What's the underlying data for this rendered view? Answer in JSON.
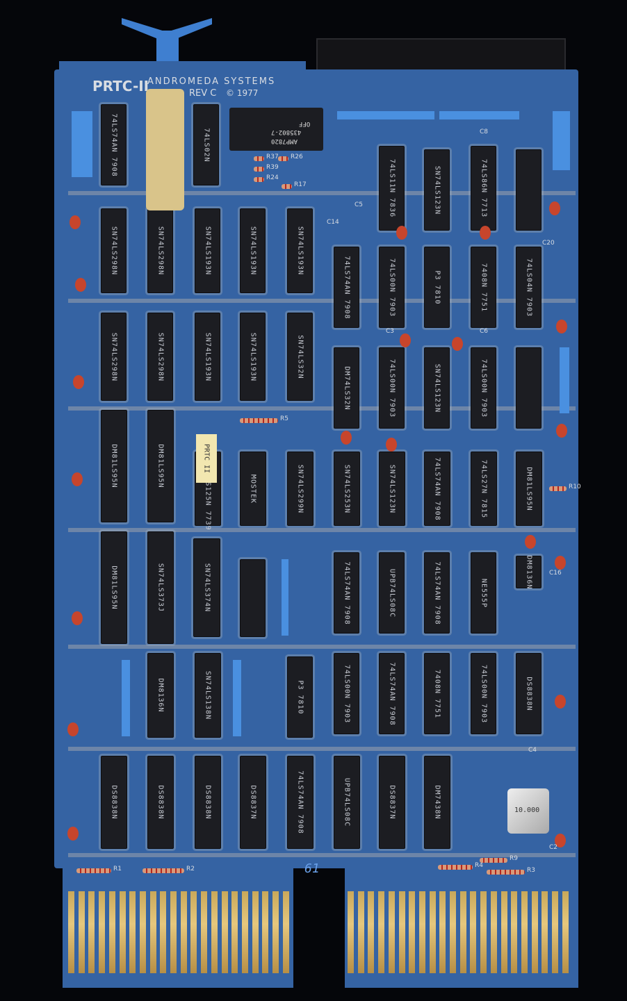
{
  "board": {
    "model": "PRTC-II",
    "maker": "ANDROMEDA SYSTEMS",
    "revision": "REV C",
    "copyright": "© 1977",
    "handwritten": "61",
    "sticker": "PRTC II",
    "dip_switch": {
      "off": "OFF",
      "part": "435802-7",
      "brand": "AMP7820"
    },
    "crystal": "10.000",
    "colors": {
      "board": "#3563a3",
      "gold": "#e5c77d",
      "chip": "#1c1d22",
      "handle": "#3f7fd0"
    }
  },
  "chips": [
    "74LS74AN 7908",
    "74LS02N",
    "74LS11N 7836",
    "SN74LS123N",
    "74LS86N 7713",
    "",
    "SN74LS298N",
    "SN74LS298N",
    "SN74LS193N",
    "SN74LS193N",
    "SN74LS193N",
    "74LS74AN 7908",
    "74LS00N 7903",
    "P3 7810",
    "7408N 7751",
    "74LS04N 7903",
    "SN74LS298N",
    "SN74LS298N",
    "SN74LS193N",
    "SN74LS193N",
    "SN74LS32N",
    "DM74LS32N",
    "74LS00N 7903",
    "SN74LS123N",
    "74LS00N 7903",
    "",
    "DM81LS95N",
    "DM81LS95N",
    "ITT 74LS125N 7739",
    "MOSTEK",
    "SN74LS299N",
    "SN74LS253N",
    "SN74LS123N",
    "74LS74AN 7908",
    "74LS27N 7815",
    "DM81LS95N",
    "DM81LS95N",
    "SN74LS373J",
    "SN74LS374N",
    "",
    "74LS74AN 7908",
    "UPB74LS08C",
    "74LS74AN 7908",
    "NE555P",
    "DM8136N",
    "DM8136N",
    "SN74LS138N",
    "P3 7810",
    "74LS00N 7903",
    "74LS74AN 7908",
    "7408N 7751",
    "74LS00N 7903",
    "DS8838N",
    "DS8838N",
    "DS8838N",
    "DS8838N",
    "DS8837N",
    "74LS74AN 7908",
    "UPB74LS08C",
    "DS8837N",
    "DM7438N"
  ],
  "resistors": [
    "R1",
    "R2",
    "R3",
    "R4",
    "R9",
    "R5",
    "R10",
    "R17",
    "R24",
    "R26",
    "R37",
    "R39"
  ],
  "capacitors": [
    "C2",
    "C3",
    "C4",
    "C5",
    "C6",
    "C8",
    "C14",
    "C16",
    "C20"
  ]
}
